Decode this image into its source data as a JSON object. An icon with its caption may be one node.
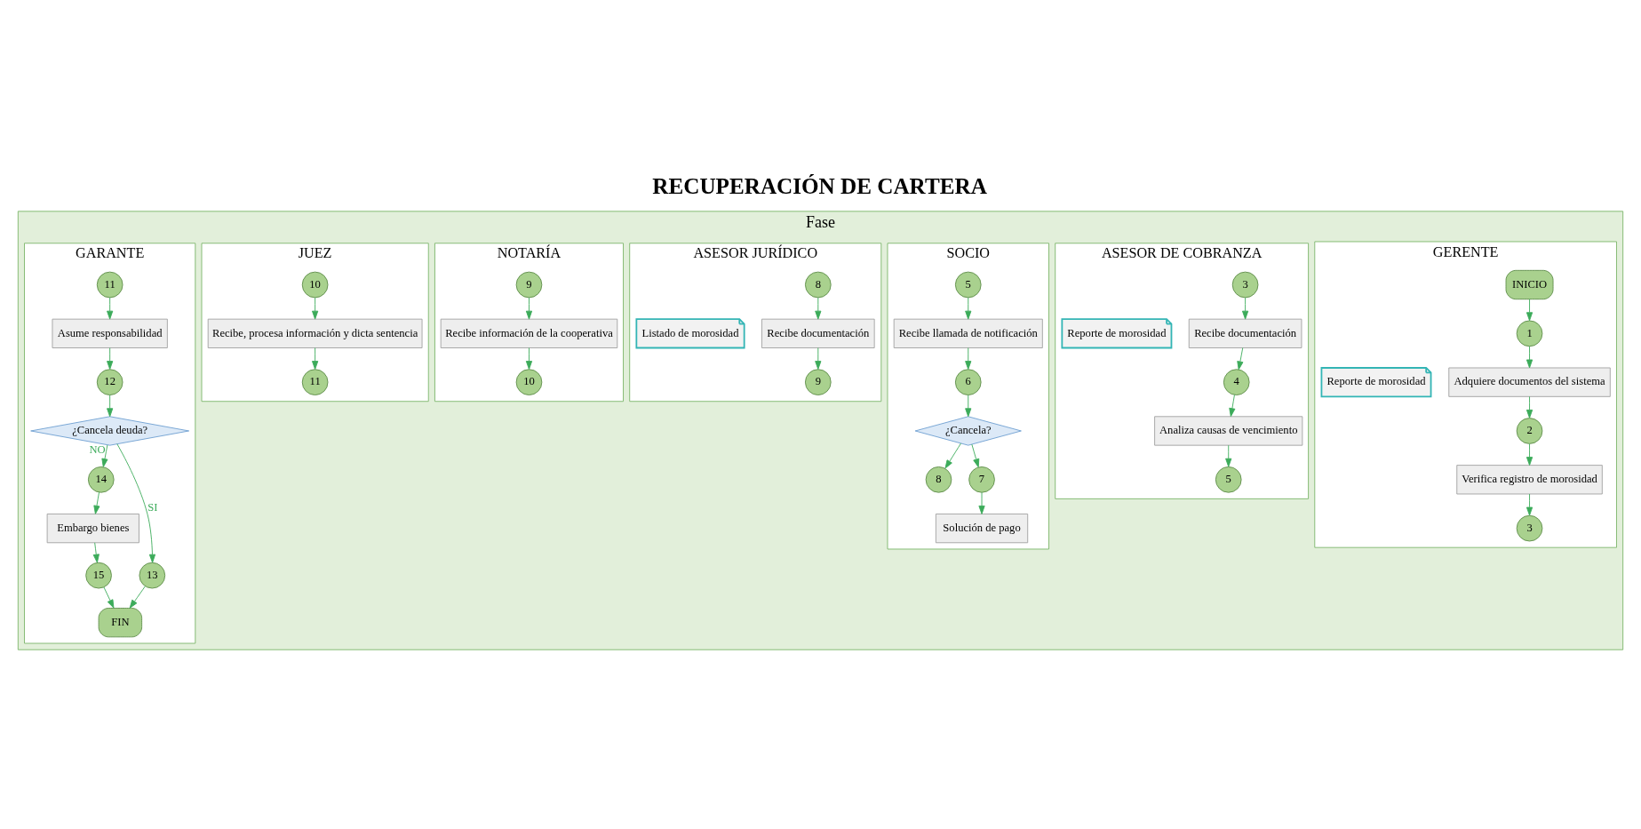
{
  "diagram": {
    "title": "RECUPERACIÓN DE CARTERA",
    "nodes": [
      {
        "text": [
          "Fase"
        ]
      },
      {
        "text": [
          "GERENTE"
        ],
        "in": 0
      },
      {
        "text": [
          "ASESOR DE COBRANZA"
        ],
        "in": 0
      },
      {
        "text": [
          "SOCIO"
        ],
        "in": 0
      },
      {
        "text": [
          "ASESOR JURÍDICO"
        ],
        "in": 0
      },
      {
        "text": [
          "NOTARÍA"
        ],
        "in": 0
      },
      {
        "text": [
          "JUEZ"
        ],
        "in": 0
      },
      {
        "text": [
          "GARANTE"
        ],
        "in": 0
      },
      {
        "text": [
          "INICIO"
        ],
        "in": 1
      },
      {
        "text": [
          "1"
        ],
        "in": 1
      },
      {
        "text": [
          "Adquiere documentos del sistema"
        ],
        "in": 1
      },
      {
        "text": [
          "Reporte de morosidad"
        ],
        "in": 1
      },
      {
        "text": [
          "2"
        ],
        "in": 1
      },
      {
        "text": [
          "Verifica registro de morosidad"
        ],
        "in": 1
      },
      {
        "text": [
          "3"
        ],
        "in": 1
      },
      {
        "text": [
          "3"
        ],
        "in": 2
      },
      {
        "text": [
          "Recibe documentación"
        ],
        "in": 2
      },
      {
        "text": [
          "Reporte de morosidad"
        ],
        "in": 2
      },
      {
        "text": [
          "4"
        ],
        "in": 2
      },
      {
        "text": [
          "Analiza causas de vencimiento"
        ],
        "in": 2
      },
      {
        "text": [
          "5"
        ],
        "in": 2
      },
      {
        "text": [
          "5"
        ],
        "in": 3
      },
      {
        "text": [
          "Recibe llamada de notificación"
        ],
        "in": 3
      },
      {
        "text": [
          "6"
        ],
        "in": 3
      },
      {
        "text": [
          "¿Cancela?"
        ],
        "in": 3
      },
      {
        "text": [
          "8"
        ],
        "in": 3
      },
      {
        "text": [
          "7"
        ],
        "in": 3
      },
      {
        "text": [
          "Solución de pago"
        ],
        "in": 3
      },
      {
        "text": [
          "8"
        ],
        "in": 4
      },
      {
        "text": [
          "Recibe documentación"
        ],
        "in": 4
      },
      {
        "text": [
          "Listado de morosidad"
        ],
        "in": 4
      },
      {
        "text": [
          "9"
        ],
        "in": 4
      },
      {
        "text": [
          "9"
        ],
        "in": 5
      },
      {
        "text": [
          "Recibe información de la cooperativa"
        ],
        "in": 5
      },
      {
        "text": [
          "10"
        ],
        "in": 5
      },
      {
        "text": [
          "10"
        ],
        "in": 6
      },
      {
        "text": [
          "Recibe, procesa información y dicta sentencia"
        ],
        "in": 6
      },
      {
        "text": [
          "11"
        ],
        "in": 6
      },
      {
        "text": [
          "11"
        ],
        "in": 7
      },
      {
        "text": [
          "Asume responsabilidad"
        ],
        "in": 7
      },
      {
        "text": [
          "12"
        ],
        "in": 7
      },
      {
        "text": [
          "¿Cancela deuda?"
        ],
        "in": 7
      },
      {
        "text": [
          "14"
        ],
        "in": 7
      },
      {
        "text": [
          "13"
        ],
        "in": 7
      },
      {
        "text": [
          "Embargo bienes"
        ],
        "in": 7
      },
      {
        "text": [
          "15"
        ],
        "in": 7
      },
      {
        "text": [
          "FIN"
        ],
        "in": 7
      }
    ],
    "edges": [
      {
        "from": 8,
        "to": 9,
        "arrow": "to"
      },
      {
        "from": 9,
        "to": 10,
        "arrow": "to"
      },
      {
        "from": 10,
        "to": 12,
        "arrow": "to"
      },
      {
        "from": 12,
        "to": 13,
        "arrow": "to"
      },
      {
        "from": 13,
        "to": 14,
        "arrow": "to"
      },
      {
        "from": 15,
        "to": 16,
        "arrow": "to"
      },
      {
        "from": 16,
        "to": 18,
        "arrow": "to"
      },
      {
        "from": 18,
        "to": 19,
        "arrow": "to"
      },
      {
        "from": 19,
        "to": 20,
        "arrow": "to"
      },
      {
        "from": 21,
        "to": 22,
        "arrow": "to"
      },
      {
        "from": 22,
        "to": 23,
        "arrow": "to"
      },
      {
        "from": 23,
        "to": 24,
        "arrow": "to"
      },
      {
        "from": 24,
        "to": 25,
        "arrow": "to"
      },
      {
        "from": 24,
        "to": 26,
        "arrow": "to"
      },
      {
        "from": 26,
        "to": 27,
        "arrow": "to"
      },
      {
        "from": 28,
        "to": 29,
        "arrow": "to"
      },
      {
        "from": 29,
        "to": 31,
        "arrow": "to"
      },
      {
        "from": 32,
        "to": 33,
        "arrow": "to"
      },
      {
        "from": 33,
        "to": 34,
        "arrow": "to"
      },
      {
        "from": 35,
        "to": 36,
        "arrow": "to"
      },
      {
        "from": 36,
        "to": 37,
        "arrow": "to"
      },
      {
        "from": 38,
        "to": 39,
        "arrow": "to"
      },
      {
        "from": 39,
        "to": 40,
        "arrow": "to"
      },
      {
        "from": 40,
        "to": 41,
        "arrow": "to"
      },
      {
        "from": 41,
        "to": 42,
        "arrow": "to",
        "label": "NO"
      },
      {
        "from": 41,
        "to": 43,
        "arrow": "to",
        "label": "SI"
      },
      {
        "from": 42,
        "to": 44,
        "arrow": "to"
      },
      {
        "from": 44,
        "to": 45,
        "arrow": "to"
      },
      {
        "from": 45,
        "to": 46,
        "arrow": "to"
      },
      {
        "from": 43,
        "to": 46,
        "arrow": "to"
      }
    ]
  }
}
